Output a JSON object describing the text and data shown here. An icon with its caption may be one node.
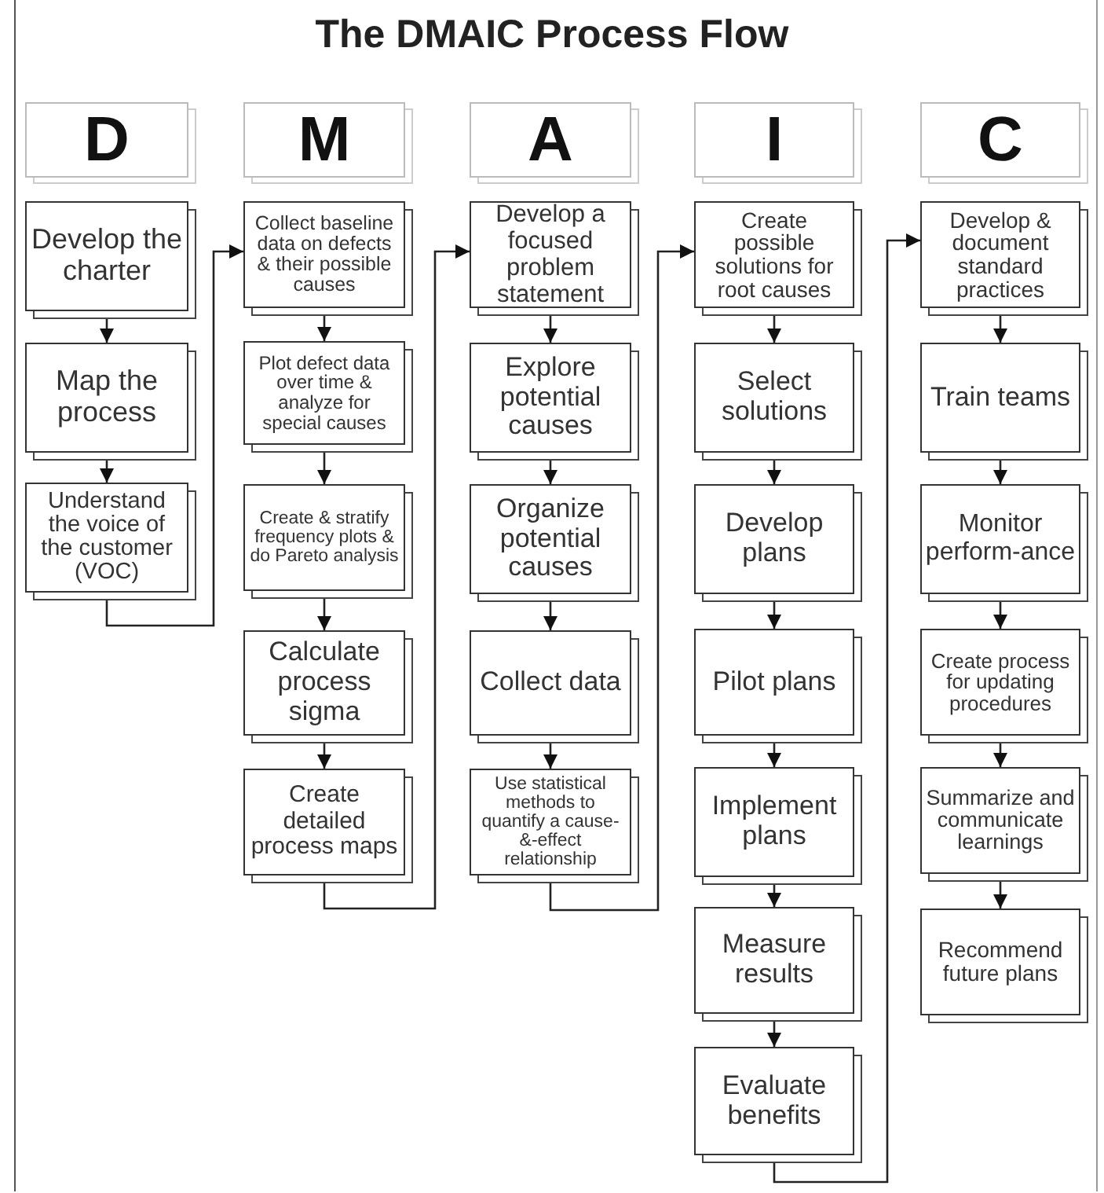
{
  "diagram": {
    "title": "The DMAIC Process Flow",
    "nodes": [
      {
        "text": [
          "D"
        ]
      },
      {
        "text": [
          "M"
        ]
      },
      {
        "text": [
          "A"
        ]
      },
      {
        "text": [
          "I"
        ]
      },
      {
        "text": [
          "C"
        ]
      },
      {
        "text": [
          "Develop the charter"
        ]
      },
      {
        "text": [
          "Map the process"
        ]
      },
      {
        "text": [
          "Understand the voice of the customer (VOC)"
        ]
      },
      {
        "text": [
          "Collect baseline data on defects & their possible causes"
        ]
      },
      {
        "text": [
          "Plot defect data over time & analyze for special causes"
        ]
      },
      {
        "text": [
          "Create & stratify frequency plots & do Pareto analysis"
        ]
      },
      {
        "text": [
          "Calculate process sigma"
        ]
      },
      {
        "text": [
          "Create detailed process maps"
        ]
      },
      {
        "text": [
          "Develop a focused problem statement"
        ]
      },
      {
        "text": [
          "Explore potential causes"
        ]
      },
      {
        "text": [
          "Organize potential causes"
        ]
      },
      {
        "text": [
          "Collect data"
        ]
      },
      {
        "text": [
          "Use statistical methods to quantify a cause-&-effect relationship"
        ]
      },
      {
        "text": [
          "Create possible solutions for root causes"
        ]
      },
      {
        "text": [
          "Select solutions"
        ]
      },
      {
        "text": [
          "Develop plans"
        ]
      },
      {
        "text": [
          "Pilot plans"
        ]
      },
      {
        "text": [
          "Implement plans"
        ]
      },
      {
        "text": [
          "Measure results"
        ]
      },
      {
        "text": [
          "Evaluate benefits"
        ]
      },
      {
        "text": [
          "Develop & document standard practices"
        ]
      },
      {
        "text": [
          "Train teams"
        ]
      },
      {
        "text": [
          "Monitor perform-ance"
        ]
      },
      {
        "text": [
          "Create process for updating procedures"
        ]
      },
      {
        "text": [
          "Summarize and communicate learnings"
        ]
      },
      {
        "text": [
          "Recommend future plans"
        ]
      }
    ],
    "edges": [
      {
        "from": 5,
        "to": 6,
        "arrow": "to"
      },
      {
        "from": 6,
        "to": 7,
        "arrow": "to"
      },
      {
        "from": 7,
        "to": 8,
        "arrow": "to"
      },
      {
        "from": 8,
        "to": 9,
        "arrow": "to"
      },
      {
        "from": 9,
        "to": 10,
        "arrow": "to"
      },
      {
        "from": 10,
        "to": 11,
        "arrow": "to"
      },
      {
        "from": 11,
        "to": 12,
        "arrow": "to"
      },
      {
        "from": 12,
        "to": 13,
        "arrow": "to"
      },
      {
        "from": 13,
        "to": 14,
        "arrow": "to"
      },
      {
        "from": 14,
        "to": 15,
        "arrow": "to"
      },
      {
        "from": 15,
        "to": 16,
        "arrow": "to"
      },
      {
        "from": 16,
        "to": 17,
        "arrow": "to"
      },
      {
        "from": 17,
        "to": 18,
        "arrow": "to"
      },
      {
        "from": 18,
        "to": 19,
        "arrow": "to"
      },
      {
        "from": 19,
        "to": 20,
        "arrow": "to"
      },
      {
        "from": 20,
        "to": 21,
        "arrow": "to"
      },
      {
        "from": 21,
        "to": 22,
        "arrow": "to"
      },
      {
        "from": 22,
        "to": 23,
        "arrow": "to"
      },
      {
        "from": 23,
        "to": 24,
        "arrow": "to"
      },
      {
        "from": 24,
        "to": 25,
        "arrow": "to"
      },
      {
        "from": 25,
        "to": 26,
        "arrow": "to"
      },
      {
        "from": 26,
        "to": 27,
        "arrow": "to"
      },
      {
        "from": 27,
        "to": 28,
        "arrow": "to"
      },
      {
        "from": 28,
        "to": 29,
        "arrow": "to"
      },
      {
        "from": 29,
        "to": 30,
        "arrow": "to"
      }
    ]
  }
}
